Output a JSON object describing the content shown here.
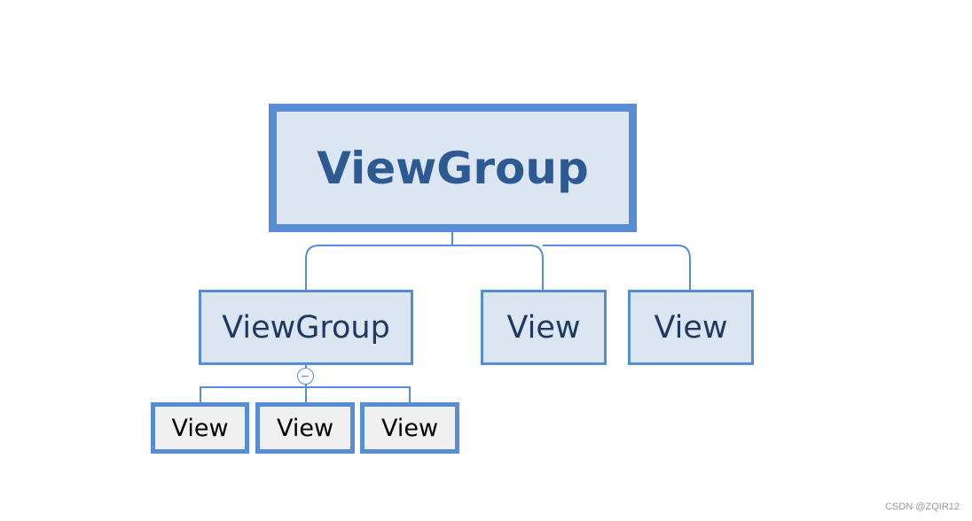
{
  "diagram": {
    "root": {
      "label": "ViewGroup"
    },
    "children": [
      {
        "label": "ViewGroup",
        "children": [
          {
            "label": "View"
          },
          {
            "label": "View"
          },
          {
            "label": "View"
          }
        ]
      },
      {
        "label": "View"
      },
      {
        "label": "View"
      }
    ],
    "colors": {
      "border": "#568dd5",
      "fill": "#dce6f2",
      "leaf_fill": "#f0f0f0",
      "root_text": "#2e5a93",
      "node_text": "#1f3864"
    }
  },
  "watermark": "CSDN @ZQIR12"
}
